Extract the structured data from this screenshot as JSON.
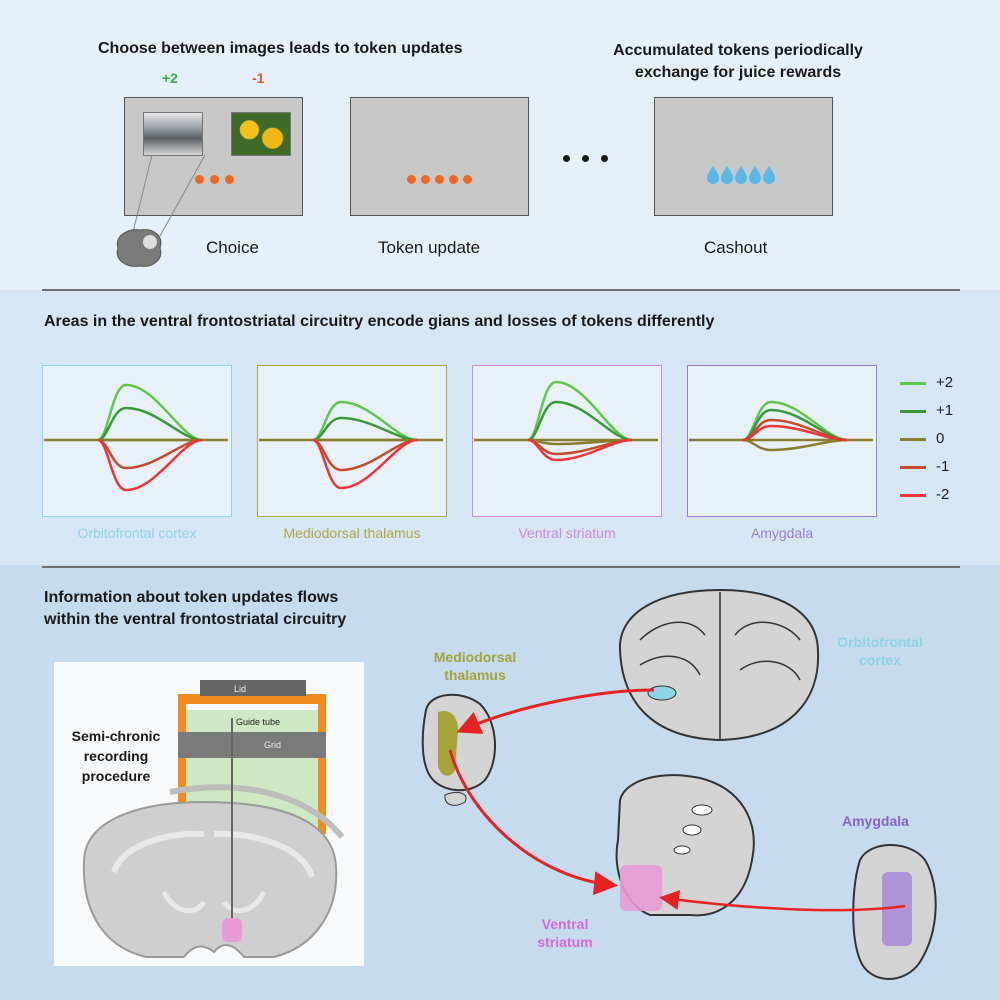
{
  "section1": {
    "title_choice": "Choose between images leads to token updates",
    "title_cashout": "Accumulated tokens periodically exchange for juice rewards",
    "plus_label": "+2",
    "minus_label": "-1",
    "step_choice": "Choice",
    "step_token": "Token update",
    "step_cashout": "Cashout"
  },
  "section2": {
    "title": "Areas in the  ventral frontostriatal circuitry encode gians and losses of tokens differently",
    "panels": [
      {
        "label": "Orbitofrontal cortex",
        "color": "#8fd3e6"
      },
      {
        "label": "Mediodorsal thalamus",
        "color": "#b3a64a"
      },
      {
        "label": "Ventral striatum",
        "color": "#d487d4"
      },
      {
        "label": "Amygdala",
        "color": "#a07bd6"
      }
    ],
    "legend": [
      {
        "label": "+2",
        "color": "#5ec848"
      },
      {
        "label": "+1",
        "color": "#3a9a3a"
      },
      {
        "label": "0",
        "color": "#8a7d2e"
      },
      {
        "label": "-1",
        "color": "#c84a2a"
      },
      {
        "label": "-2",
        "color": "#ee3535"
      }
    ]
  },
  "section3": {
    "title_line1": "Information about token updates flows",
    "title_line2": "within the ventral frontostriatal circuitry",
    "procedure_line1": "Semi-chronic",
    "procedure_line2": "recording",
    "procedure_line3": "procedure",
    "lid_label": "Lid",
    "guide_label": "Guide tube",
    "grid_label": "Grid",
    "md_label_1": "Mediodorsal",
    "md_label_2": "thalamus",
    "ofc_label_1": "Orbitofrontal",
    "ofc_label_2": "cortex",
    "amy_label": "Amygdala",
    "vs_label_1": "Ventral",
    "vs_label_2": "striatum",
    "colors": {
      "ofc": "#8fd3e6",
      "md": "#a8a23a",
      "vs": "#d26bd2",
      "amy": "#8b62cc",
      "arrow": "#e62222"
    }
  }
}
